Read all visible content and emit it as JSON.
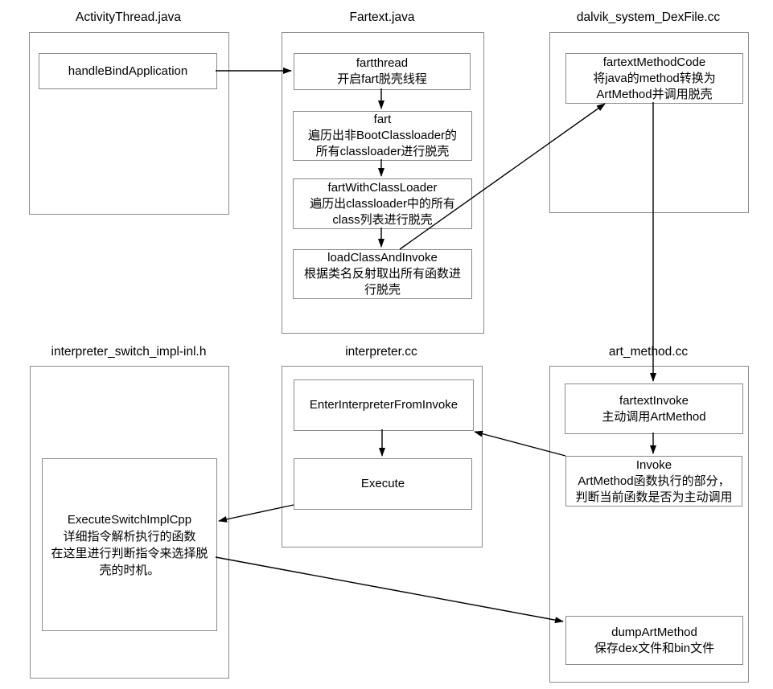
{
  "diagram": {
    "colors": {
      "background": "#ffffff",
      "box_border": "#8a8a8a",
      "arrow": "#000000",
      "text": "#000000"
    },
    "containers": {
      "activity_thread": {
        "title": "ActivityThread.java"
      },
      "fartext": {
        "title": "Fartext.java"
      },
      "dalvik_dexfile": {
        "title": "dalvik_system_DexFile.cc"
      },
      "interpreter_switch": {
        "title": "interpreter_switch_impl-inl.h"
      },
      "interpreter": {
        "title": "interpreter.cc"
      },
      "art_method": {
        "title": "art_method.cc"
      }
    },
    "nodes": {
      "handleBindApplication": {
        "lines": [
          "handleBindApplication"
        ]
      },
      "fartthread": {
        "lines": [
          "fartthread",
          "开启fart脱壳线程"
        ]
      },
      "fart": {
        "lines": [
          "fart",
          "遍历出非BootClassloader的",
          "所有classloader进行脱壳"
        ]
      },
      "fartWithClassLoader": {
        "lines": [
          "fartWithClassLoader",
          "遍历出classloader中的所有",
          "class列表进行脱壳"
        ]
      },
      "loadClassAndInvoke": {
        "lines": [
          "loadClassAndInvoke",
          "根据类名反射取出所有函数进",
          "行脱壳"
        ]
      },
      "fartextMethodCode": {
        "lines": [
          "fartextMethodCode",
          "将java的method转换为",
          "ArtMethod并调用脱壳"
        ]
      },
      "executeSwitchImplCpp": {
        "lines": [
          "ExecuteSwitchImplCpp",
          "详细指令解析执行的函数",
          "在这里进行判断指令来选择脱",
          "壳的时机。"
        ]
      },
      "enterInterpreterFromInvoke": {
        "lines": [
          "EnterInterpreterFromInvoke"
        ]
      },
      "execute": {
        "lines": [
          "Execute"
        ]
      },
      "fartextInvoke": {
        "lines": [
          "fartextInvoke",
          "主动调用ArtMethod"
        ]
      },
      "invoke": {
        "lines": [
          "Invoke",
          "ArtMethod函数执行的部分，",
          "判断当前函数是否为主动调用"
        ]
      },
      "dumpArtMethod": {
        "lines": [
          "dumpArtMethod",
          "保存dex文件和bin文件"
        ]
      }
    },
    "edges": [
      {
        "from": "handleBindApplication",
        "to": "fartthread"
      },
      {
        "from": "fartthread",
        "to": "fart"
      },
      {
        "from": "fart",
        "to": "fartWithClassLoader"
      },
      {
        "from": "fartWithClassLoader",
        "to": "loadClassAndInvoke"
      },
      {
        "from": "loadClassAndInvoke",
        "to": "fartextMethodCode"
      },
      {
        "from": "fartextMethodCode",
        "to": "fartextInvoke"
      },
      {
        "from": "fartextInvoke",
        "to": "invoke"
      },
      {
        "from": "invoke",
        "to": "enterInterpreterFromInvoke"
      },
      {
        "from": "enterInterpreterFromInvoke",
        "to": "execute"
      },
      {
        "from": "execute",
        "to": "executeSwitchImplCpp"
      },
      {
        "from": "executeSwitchImplCpp",
        "to": "dumpArtMethod"
      }
    ]
  }
}
